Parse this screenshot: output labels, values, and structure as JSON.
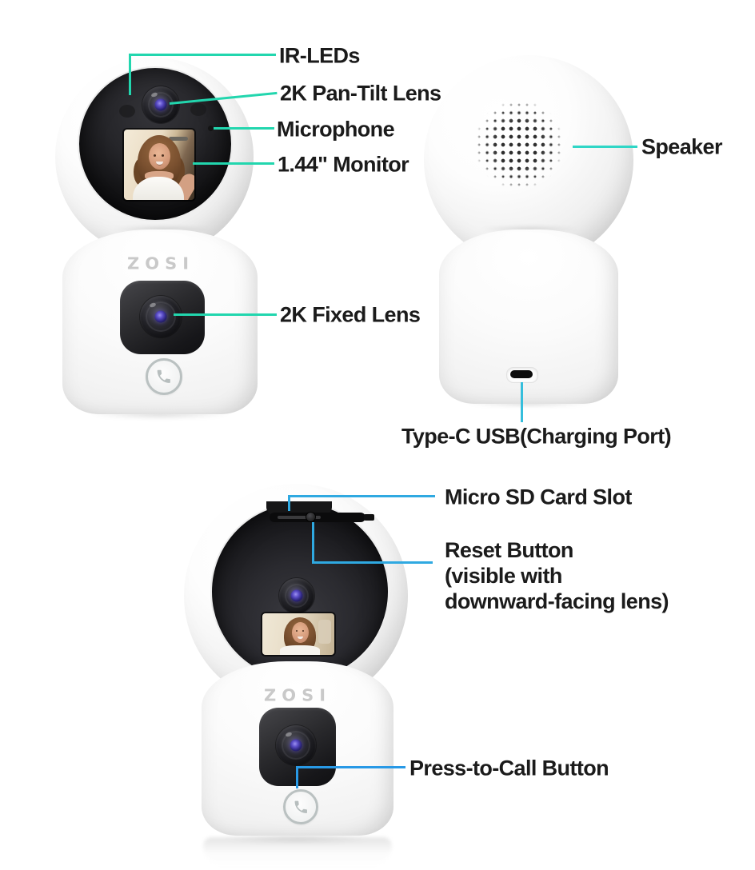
{
  "brand": {
    "logo": "ZOSI"
  },
  "palette": {
    "front_line_color": "#22D6AE",
    "speaker_line_color": "#2FD6C6",
    "usb_line_color": "#35BEDC",
    "bottom_line_color": "#2FA9E1",
    "call_line_color": "#2899E6",
    "label_text_color": "#1B1B1B"
  },
  "icons": {
    "call_button": "phone-handset"
  },
  "front_view": {
    "screen_content": "smiling woman selfie",
    "labels": {
      "ir_leds": "IR-LEDs",
      "pan_tilt_lens": "2K Pan-Tilt Lens",
      "microphone": "Microphone",
      "monitor": "1.44\" Monitor",
      "fixed_lens": "2K Fixed Lens"
    }
  },
  "back_view": {
    "labels": {
      "speaker": "Speaker",
      "usb": "Type-C USB(Charging Port)"
    }
  },
  "down_view": {
    "screen_content": "smiling woman selfie",
    "labels": {
      "sd_slot": "Micro SD Card Slot",
      "reset_line1": "Reset Button",
      "reset_line2": "(visible with",
      "reset_line3": "downward-facing lens)",
      "call": "Press-to-Call Button"
    }
  }
}
